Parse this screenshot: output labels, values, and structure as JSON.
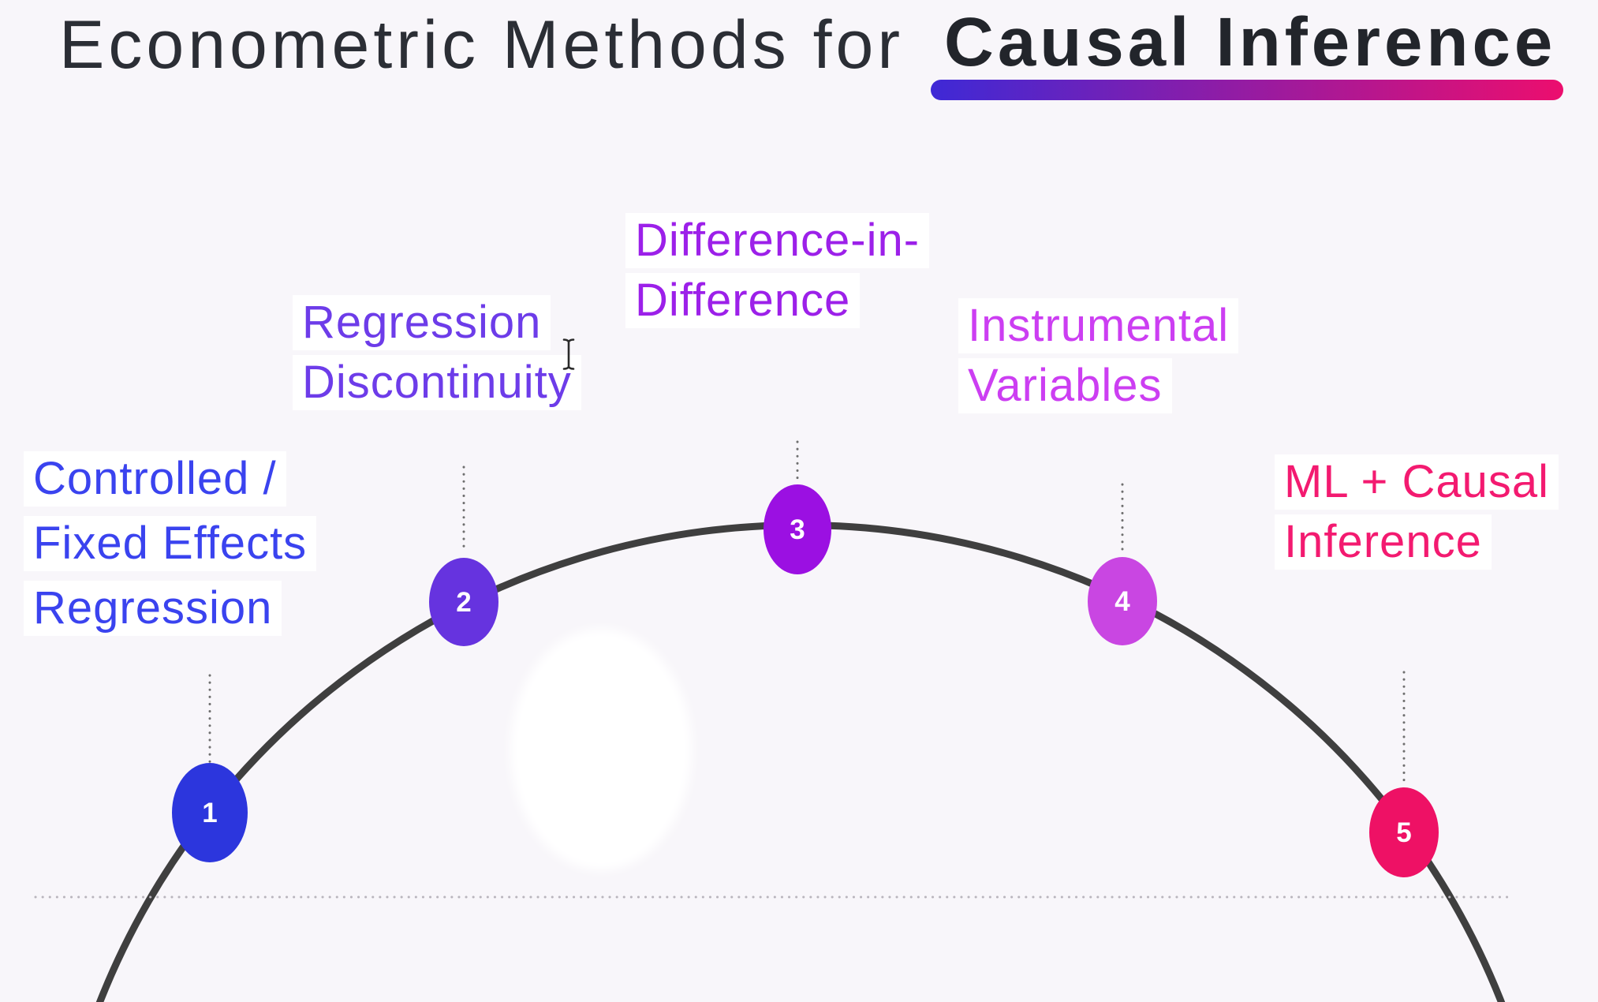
{
  "title": {
    "regular_part": "Econometric Methods for",
    "bold_part": "Causal Inference"
  },
  "colors": {
    "background": "#f8f6fa",
    "title_text": "#2b2e35",
    "arc": "#3f3f3f",
    "underline_gradient_from": "#3e29d6",
    "underline_gradient_to": "#ec0e6e",
    "vertical_dotted": "#6f6f6f",
    "baseline_dotted": "#b9b5bd",
    "label_highlight": "#ffffff",
    "number_text": "#ffffff"
  },
  "cursor": {
    "type": "text-ibeam"
  },
  "methods": [
    {
      "number": "1",
      "label": "Controlled / Fixed Effects Regression",
      "lines": [
        "Controlled /",
        "Fixed Effects",
        "Regression"
      ],
      "circle_color": "#2c36dd",
      "text_color": "#3a43ef"
    },
    {
      "number": "2",
      "label": "Regression Discontinuity",
      "lines": [
        "Regression",
        "Discontinuity"
      ],
      "circle_color": "#6633df",
      "text_color": "#6d3ce9"
    },
    {
      "number": "3",
      "label": "Difference-in-Difference",
      "lines": [
        "Difference-in-",
        "Difference"
      ],
      "circle_color": "#9b10e2",
      "text_color": "#9c20e9"
    },
    {
      "number": "4",
      "label": "Instrumental Variables",
      "lines": [
        "Instrumental",
        "Variables"
      ],
      "circle_color": "#c946e2",
      "text_color": "#cc3ef2"
    },
    {
      "number": "5",
      "label": "ML + Causal Inference",
      "lines": [
        "ML + Causal",
        "Inference"
      ],
      "circle_color": "#ee1165",
      "text_color": "#f31a70"
    }
  ]
}
